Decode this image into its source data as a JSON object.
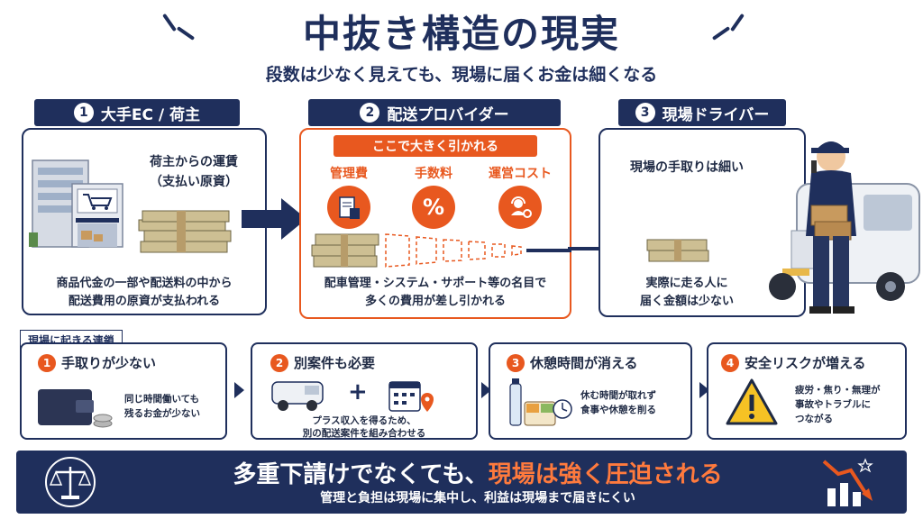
{
  "header": {
    "title": "中抜き構造の現実",
    "subtitle": "段数は少なく見えても、現場に届くお金は細くなる"
  },
  "stages": [
    {
      "num": "1",
      "tab": "大手EC / 荷主",
      "heading": "荷主からの運賃",
      "heading2": "（支払い原資）",
      "desc1": "商品代金の一部や配送料の中から",
      "desc2": "配送費用の原資が支払われる"
    },
    {
      "num": "2",
      "tab": "配送プロバイダー",
      "banner": "ここで大きく引かれる",
      "fees": [
        "管理費",
        "手数料",
        "運営コスト"
      ],
      "fee_symbol": "%",
      "desc1": "配車管理・システム・サポート等の名目で",
      "desc2": "多くの費用が差し引かれる"
    },
    {
      "num": "3",
      "tab": "現場ドライバー",
      "heading": "現場の手取りは細い",
      "desc1": "実際に走る人に",
      "desc2": "届く金額は少ない"
    }
  ],
  "chain": {
    "label": "現場に起きる連鎖",
    "items": [
      {
        "num": "1",
        "title": "手取りが少ない",
        "text1": "同じ時間働いても",
        "text2": "残るお金が少ない"
      },
      {
        "num": "2",
        "title": "別案件も必要",
        "plus": "+",
        "text1": "プラス収入を得るため、",
        "text2": "別の配送案件を組み合わせる"
      },
      {
        "num": "3",
        "title": "休憩時間が消える",
        "text1": "休む時間が取れず",
        "text2": "食事や休憩を削る"
      },
      {
        "num": "4",
        "title": "安全リスクが増える",
        "text1": "疲労・焦り・無理が",
        "text2": "事故やトラブルに",
        "text3": "つながる"
      }
    ]
  },
  "footer": {
    "main_white": "多重下請けでなくても、",
    "main_orange": "現場は強く圧迫される",
    "sub": "管理と負担は現場に集中し、利益は現場まで届きにくい"
  },
  "colors": {
    "navy": "#1f2f5c",
    "orange": "#e8581f",
    "money": "#c9b98c"
  }
}
